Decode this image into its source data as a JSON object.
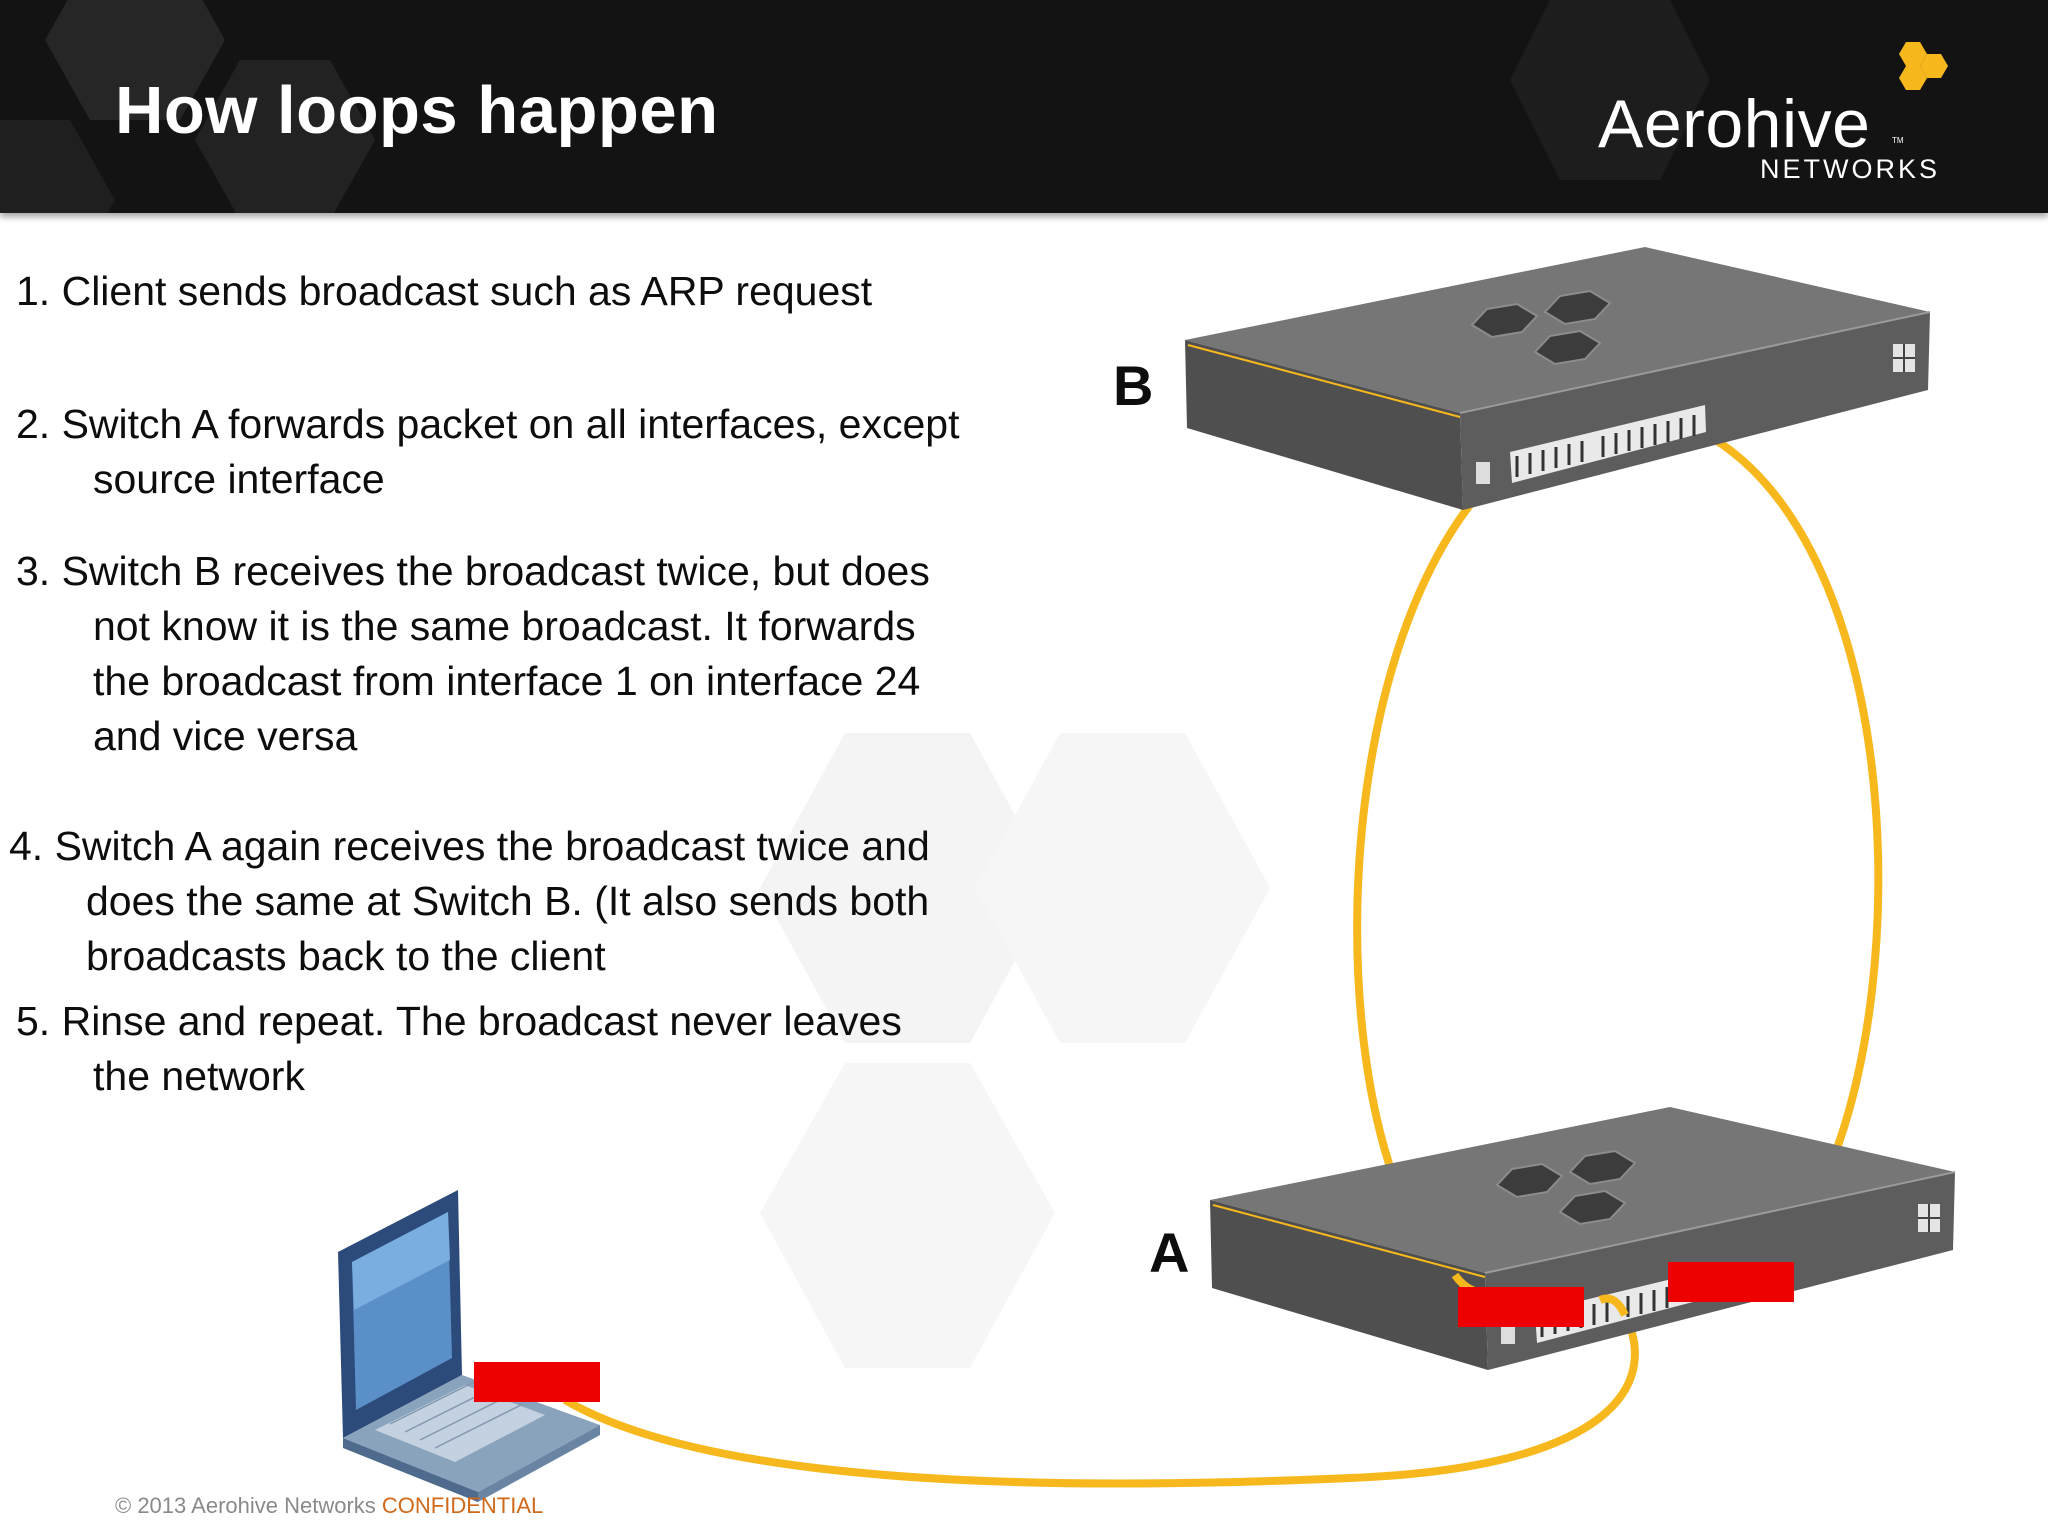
{
  "header": {
    "title": "How loops happen",
    "logo": {
      "wordmark": "Aerohive",
      "tm": "TM",
      "subtitle": "NETWORKS"
    }
  },
  "steps": [
    {
      "line1": "1. Client sends broadcast such as ARP request",
      "cont": []
    },
    {
      "line1": "2. Switch A forwards packet on all interfaces, except",
      "cont": [
        "source interface"
      ]
    },
    {
      "line1": "3. Switch B receives the broadcast twice, but does",
      "cont": [
        "not know it is the same broadcast. It forwards",
        "the broadcast from interface 1 on interface 24",
        "and vice versa"
      ]
    },
    {
      "line1": "4. Switch A again receives the broadcast twice and",
      "cont": [
        "does the same at Switch B. (It also sends both",
        "broadcasts back to the client"
      ]
    },
    {
      "line1": "5. Rinse and repeat. The broadcast never leaves",
      "cont": [
        "the network"
      ]
    }
  ],
  "diagram": {
    "switch_b_label": "B",
    "switch_a_label": "A",
    "cable_color": "#f7b81d",
    "port_highlight_color": "#ee0000",
    "switch_color": "#5a5a5a"
  },
  "footer": {
    "copyright": "© 2013 Aerohive Networks",
    "confidential": "CONFIDENTIAL"
  }
}
